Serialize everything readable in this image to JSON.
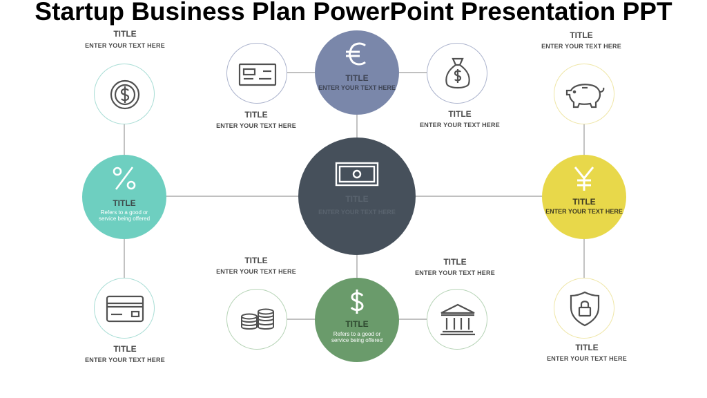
{
  "page": {
    "title": "Startup Business Plan PowerPoint Presentation PPT"
  },
  "colors": {
    "center": "#46505b",
    "euro": "#7a87aa",
    "dollar": "#6a9b6b",
    "percent": "#6ecfc0",
    "yen": "#e8d84a",
    "line": "#9a9a9a"
  },
  "nodes": {
    "coin": {
      "icon": "dollar-coin-icon",
      "title": "TITLE",
      "subtitle": "ENTER YOUR TEXT HERE"
    },
    "card": {
      "icon": "credit-card-icon",
      "title": "TITLE",
      "subtitle": "ENTER YOUR TEXT HERE"
    },
    "cheque": {
      "icon": "cheque-icon",
      "title": "TITLE",
      "subtitle": "ENTER YOUR TEXT HERE"
    },
    "moneybag": {
      "icon": "money-bag-icon",
      "title": "TITLE",
      "subtitle": "ENTER YOUR TEXT HERE"
    },
    "coins": {
      "icon": "coin-stack-icon",
      "title": "TITLE",
      "subtitle": "ENTER YOUR TEXT HERE"
    },
    "bank": {
      "icon": "bank-icon",
      "title": "TITLE",
      "subtitle": "ENTER YOUR TEXT HERE"
    },
    "piggy": {
      "icon": "piggy-bank-icon",
      "title": "TITLE",
      "subtitle": "ENTER YOUR TEXT HERE"
    },
    "shield": {
      "icon": "shield-lock-icon",
      "title": "TITLE",
      "subtitle": "ENTER YOUR TEXT HERE"
    },
    "euro": {
      "icon": "euro-icon",
      "title": "TITLE",
      "subtitle": "ENTER YOUR TEXT HERE"
    },
    "dollar": {
      "icon": "dollar-icon",
      "title": "TITLE",
      "subtitle": "Refers to a good or service being offered"
    },
    "percent": {
      "icon": "percent-icon",
      "title": "TITLE",
      "subtitle": "Refers to a good or service being offered"
    },
    "yen": {
      "icon": "yen-icon",
      "title": "TITLE",
      "subtitle": "ENTER YOUR TEXT HERE"
    },
    "center": {
      "icon": "banknote-icon",
      "title": "TITLE",
      "subtitle": "ENTER YOUR TEXT HERE"
    }
  }
}
